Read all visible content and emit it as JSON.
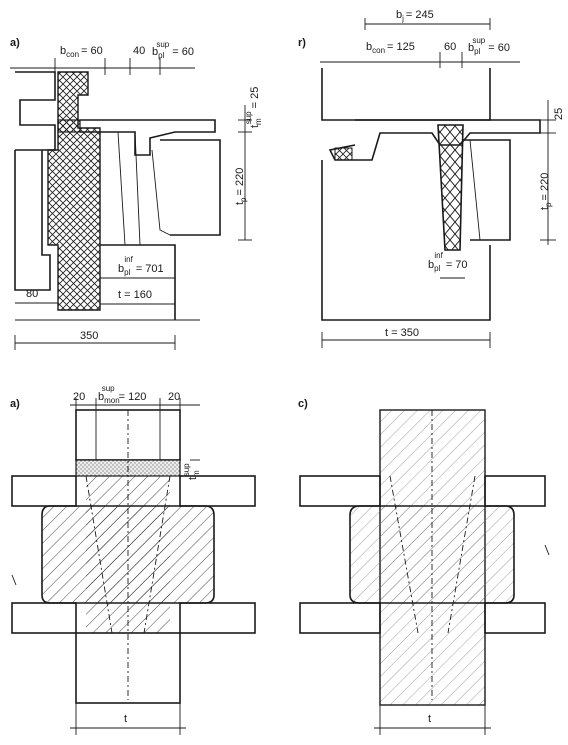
{
  "panels": {
    "a": {
      "tag": "a)",
      "b_con": "b",
      "b_con_sub": "con",
      "b_con_val": "= 60",
      "gap": "40",
      "b_pl_sup": "b",
      "b_pl_sup_sub": "pl",
      "b_pl_sup_sup": "sup",
      "b_pl_sup_val": "= 60",
      "tm_sup": "t",
      "tm_sup_sub": "m",
      "tm_sup_sup": "sup",
      "tm_sup_val": "= 25",
      "tp": "t",
      "tp_sub": "p",
      "tp_val": "= 220",
      "b_pl_inf": "b",
      "b_pl_inf_sub": "pl",
      "b_pl_inf_sup": "inf",
      "b_pl_inf_val": "= 701",
      "t_val": "t = 160",
      "left_dim": "80",
      "bottom_dim": "350"
    },
    "b": {
      "tag": "r)",
      "bj": "b",
      "bj_sub": "j",
      "bj_val": "= 245",
      "b_con": "b",
      "b_con_sub": "con",
      "b_con_val": "= 125",
      "gap": "60",
      "b_pl_sup": "b",
      "b_pl_sup_sub": "pl",
      "b_pl_sup_sup": "sup",
      "b_pl_sup_val": "= 60",
      "top_dim": "25",
      "tp": "t",
      "tp_sub": "p",
      "tp_val": "= 220",
      "b_pl_inf": "b",
      "b_pl_inf_sub": "pl",
      "b_pl_inf_sup": "inf",
      "b_pl_inf_val": "= 70",
      "t_val": "t = 350"
    },
    "c": {
      "tag": "a)",
      "left_dim": "20",
      "b_mon": "b",
      "b_mon_sub": "mon",
      "b_mon_sup": "sup",
      "b_mon_val": "= 120",
      "right_dim": "20",
      "tm": "t",
      "tm_sub": "m",
      "tm_sup": "sup",
      "t_label": "t"
    },
    "d": {
      "tag": "c)",
      "t_label": "t"
    }
  },
  "colors": {
    "ink": "#1a1a1a",
    "paper": "#ffffff",
    "mortar": "#d9d9d9"
  }
}
